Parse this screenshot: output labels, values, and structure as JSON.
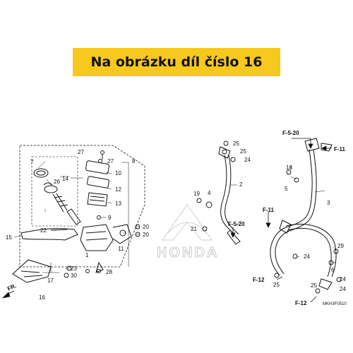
{
  "banner": {
    "text": "Na obrázku díl číslo 16"
  },
  "refs": {
    "top": "F-5-20",
    "right_top": "F-11",
    "mid_left": "F-11",
    "mid": "F-5-20",
    "bottom_left": "F-12",
    "bottom_mid": "F-12"
  },
  "front": "FR.",
  "watermark": "HONDA",
  "diagram_code": "MKH3F0510",
  "callouts": [
    "1",
    "2",
    "3",
    "4",
    "5",
    "6",
    "7",
    "8",
    "9",
    "10",
    "11",
    "12",
    "13",
    "14",
    "15",
    "16",
    "17",
    "18",
    "19",
    "20",
    "21",
    "22",
    "23",
    "24",
    "25",
    "26",
    "27",
    "28",
    "29",
    "30"
  ],
  "colors": {
    "banner": "#f7c81e",
    "line": "#111111",
    "watermark": "#c8c8c8"
  }
}
